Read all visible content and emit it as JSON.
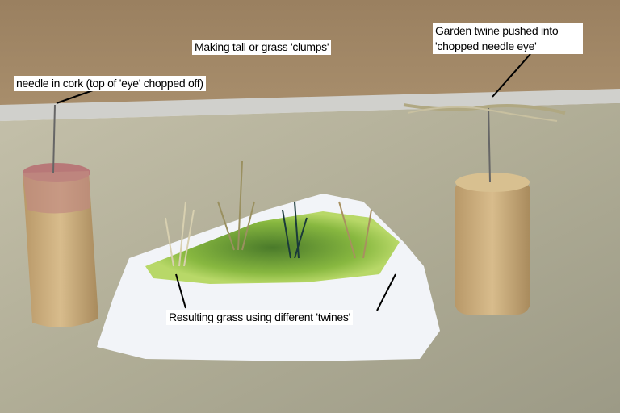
{
  "annotations": {
    "needle": "needle in cork (top of 'eye' chopped off)",
    "title": "Making tall or grass 'clumps'",
    "twine_line1": "Garden twine pushed into",
    "twine_line2": "'chopped needle eye'",
    "result": "Resulting grass using different 'twines'"
  },
  "colors": {
    "background_top": "#a08868",
    "surface": "#b8b49c",
    "cork": "#c8a878",
    "foam": "#f4f6fa",
    "grass": "#8cc040"
  }
}
